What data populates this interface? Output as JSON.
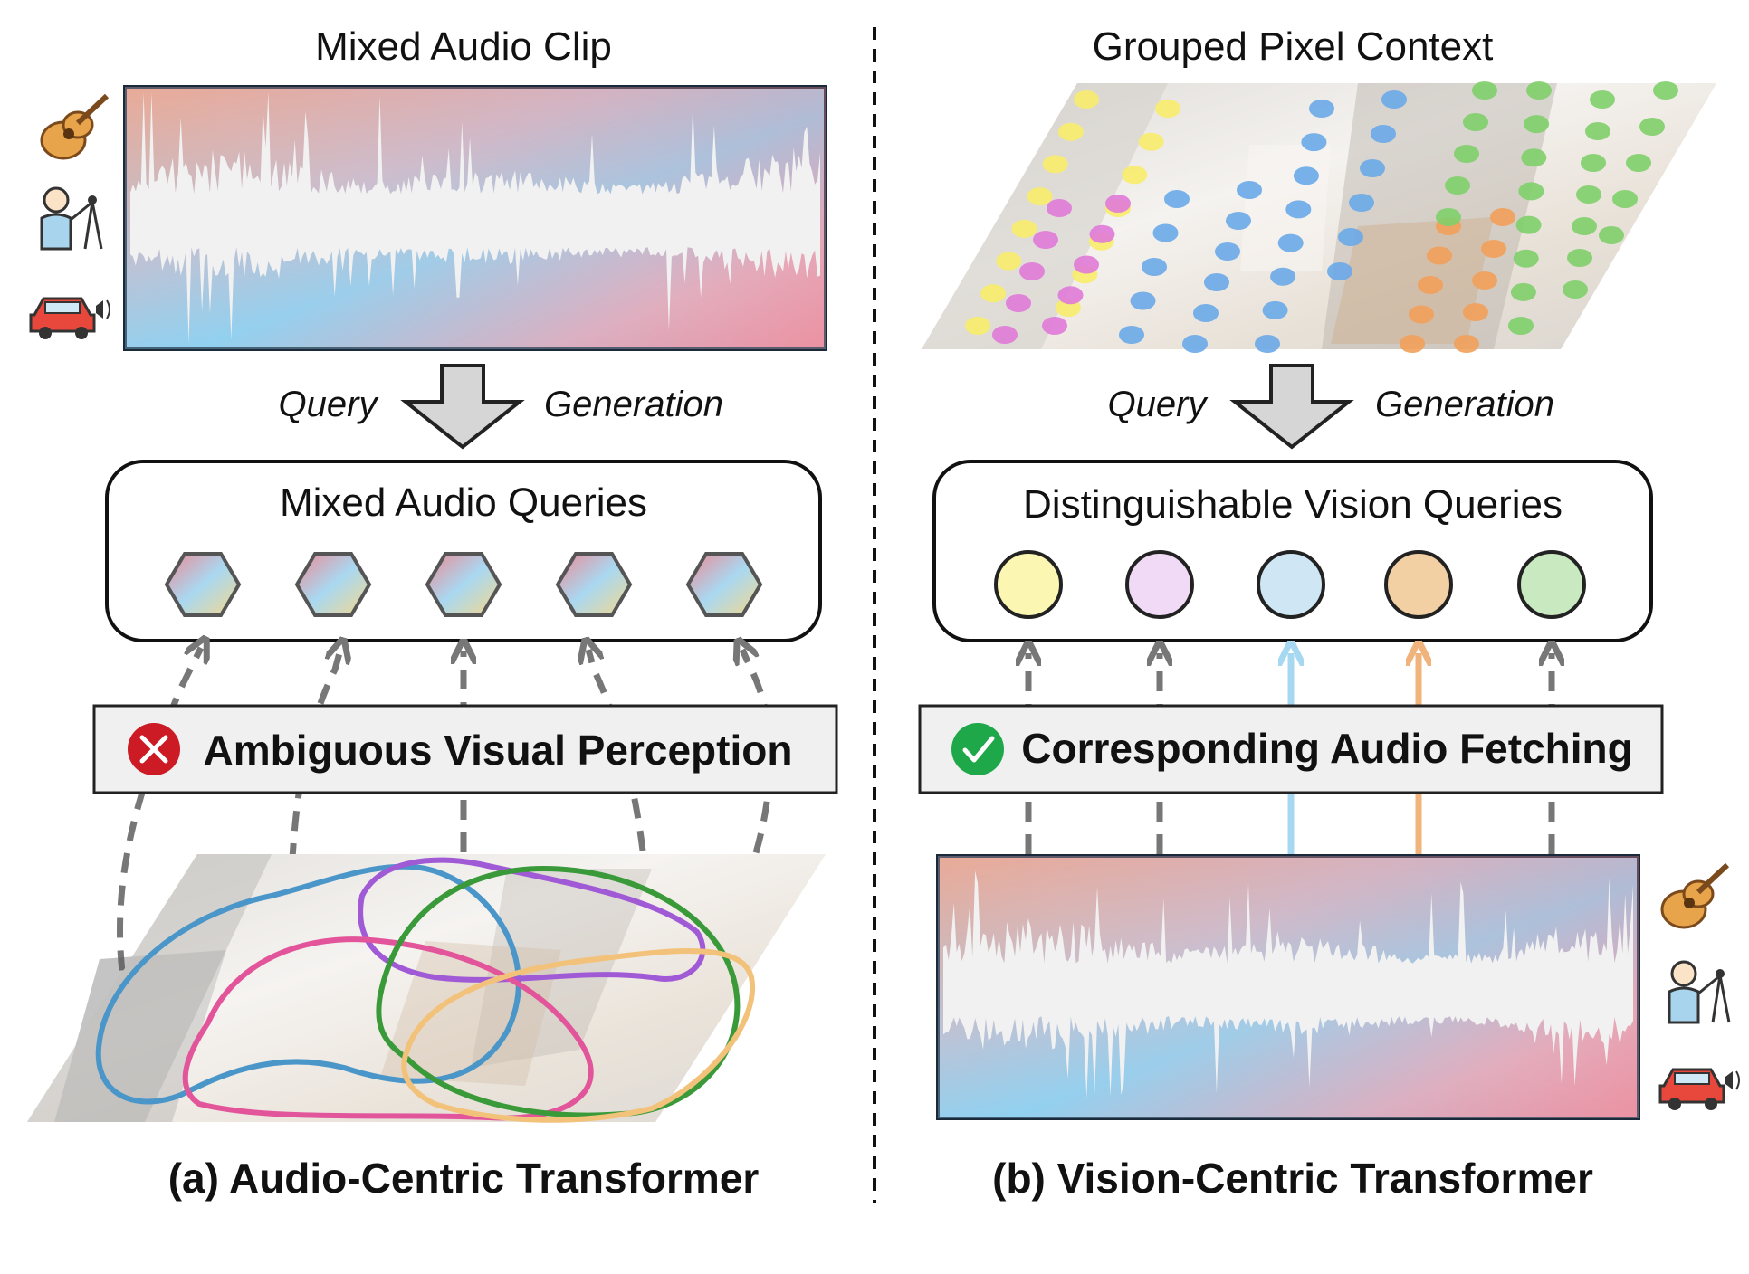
{
  "left": {
    "title": "Mixed Audio Clip",
    "query_word": "Query",
    "generation_word": "Generation",
    "queries_box_title": "Mixed Audio Queries",
    "perception_label": "Ambiguous Visual Perception",
    "caption": "(a) Audio-Centric Transformer",
    "source_icons": [
      "guitar-icon",
      "singer-icon",
      "car-horn-icon"
    ],
    "query_shape": "hexagon",
    "query_count": 5,
    "status_icon": "cross-icon"
  },
  "right": {
    "title": "Grouped Pixel Context",
    "query_word": "Query",
    "generation_word": "Generation",
    "queries_box_title": "Distinguishable Vision Queries",
    "fetch_label": "Corresponding Audio Fetching",
    "caption": "(b) Vision-Centric Transformer",
    "source_icons": [
      "guitar-icon",
      "singer-icon",
      "car-horn-icon"
    ],
    "query_shape": "circle",
    "query_colors": [
      "#fbf7b3",
      "#f1daf5",
      "#cfe6f4",
      "#f3cfa4",
      "#c9eac0"
    ],
    "highlight_arrow_colors": [
      "#a7d8f2",
      "#f0b37c"
    ],
    "status_icon": "check-icon"
  },
  "colors": {
    "waveform_gradient": [
      "#f0a985",
      "#93d6f2",
      "#f48a98"
    ],
    "cross": "#cc1b24",
    "check": "#1fa84a",
    "region_outlines": [
      "#4a96c9",
      "#a05ad6",
      "#e2559a",
      "#3a9a3a",
      "#f3c27a",
      "#f19ab0"
    ]
  }
}
